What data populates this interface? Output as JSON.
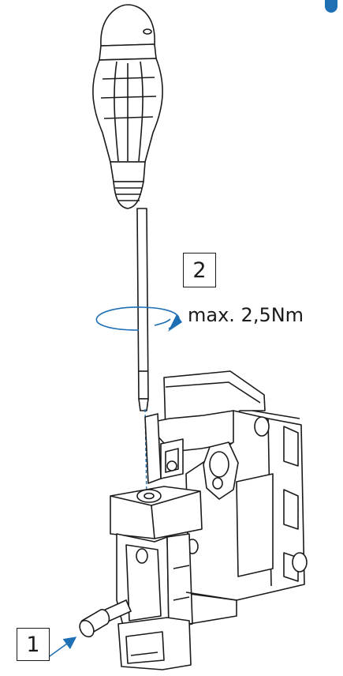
{
  "steps": {
    "step1": "1",
    "step2": "2"
  },
  "torque": {
    "label": "max. 2,5Nm"
  },
  "colors": {
    "line": "#1a1a1a",
    "accent": "#1f6fb5",
    "background": "#ffffff"
  },
  "icons": {
    "rotation": "rotation-arrow-icon",
    "insert": "insert-arrow-icon",
    "screwdriver": "screwdriver-icon",
    "terminal": "circuit-breaker-terminal"
  }
}
